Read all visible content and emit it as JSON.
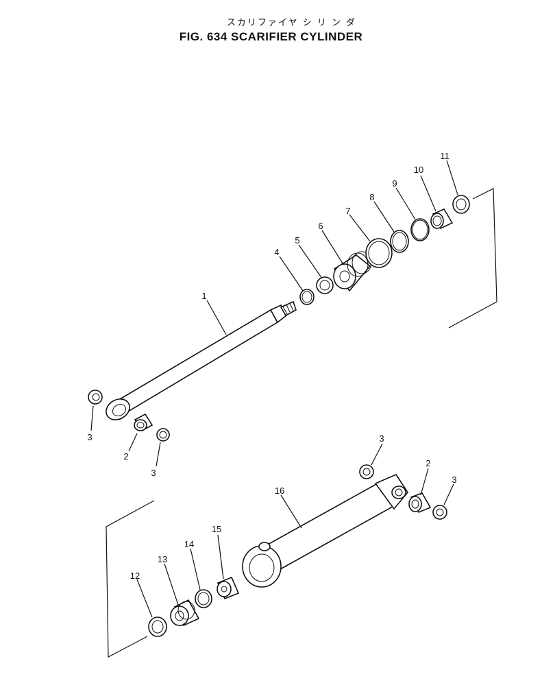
{
  "title": {
    "japanese": "スカリファイヤ シ リ ン ダ",
    "english": "FIG. 634  SCARIFIER CYLINDER"
  },
  "callouts": [
    {
      "id": "c1",
      "label": "1"
    },
    {
      "id": "c2a",
      "label": "2"
    },
    {
      "id": "c2b",
      "label": "2"
    },
    {
      "id": "c3a",
      "label": "3"
    },
    {
      "id": "c3b",
      "label": "3"
    },
    {
      "id": "c3c",
      "label": "3"
    },
    {
      "id": "c3d",
      "label": "3"
    },
    {
      "id": "c4",
      "label": "4"
    },
    {
      "id": "c5",
      "label": "5"
    },
    {
      "id": "c6",
      "label": "6"
    },
    {
      "id": "c7",
      "label": "7"
    },
    {
      "id": "c8",
      "label": "8"
    },
    {
      "id": "c9",
      "label": "9"
    },
    {
      "id": "c10",
      "label": "10"
    },
    {
      "id": "c11",
      "label": "11"
    },
    {
      "id": "c12",
      "label": "12"
    },
    {
      "id": "c13",
      "label": "13"
    },
    {
      "id": "c14",
      "label": "14"
    },
    {
      "id": "c15",
      "label": "15"
    },
    {
      "id": "c16",
      "label": "16"
    }
  ]
}
